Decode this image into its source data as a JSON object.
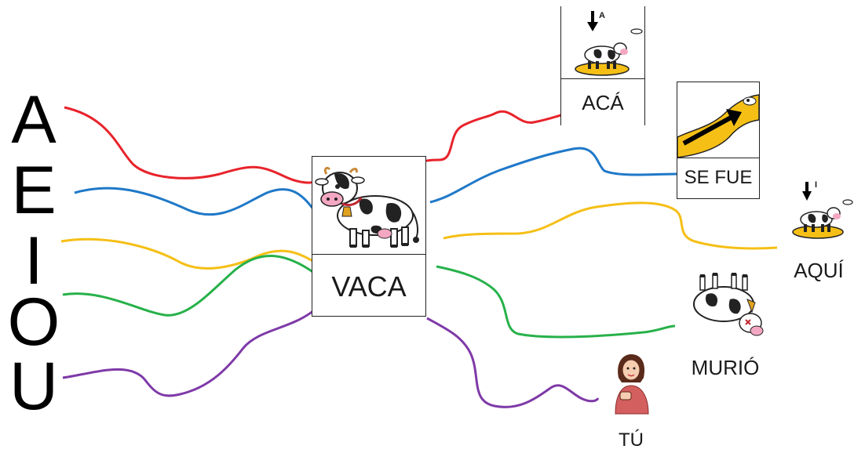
{
  "vowels": [
    "A",
    "E",
    "I",
    "O",
    "U"
  ],
  "center": {
    "label": "VACA"
  },
  "pictograms": {
    "aca": {
      "label": "ACÁ",
      "marker": "A"
    },
    "se_fue": {
      "label": "SE FUE"
    },
    "aqui": {
      "label": "AQUÍ",
      "marker": "I"
    },
    "murio": {
      "label": "MURIÓ"
    },
    "tu": {
      "label": "TÚ"
    }
  },
  "line_colors": {
    "A": "#e8232b",
    "E": "#1f78c8",
    "I": "#f5bf16",
    "O": "#27b14a",
    "U": "#7e3aa8"
  },
  "icons": [
    "cow-icon",
    "arrow-road-icon",
    "girl-icon",
    "dead-cow-icon",
    "down-arrow-icon"
  ]
}
